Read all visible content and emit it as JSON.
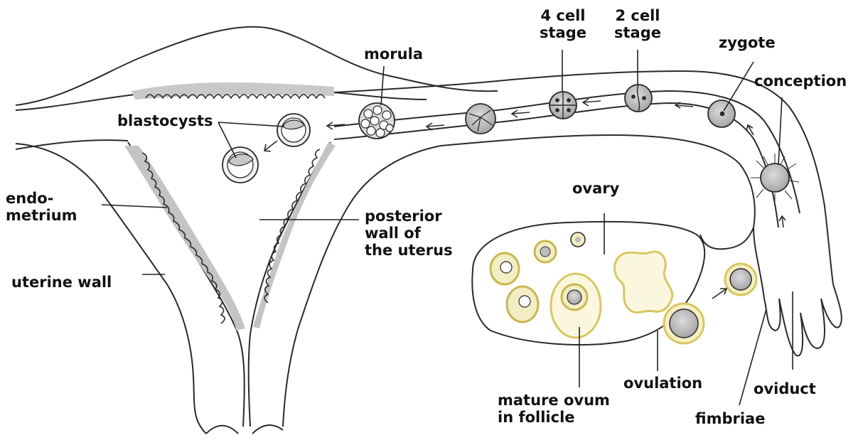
{
  "labels": {
    "four_cell": [
      "4 cell",
      "stage"
    ],
    "two_cell": [
      "2 cell",
      "stage"
    ],
    "zygote": "zygote",
    "morula": "morula",
    "conception": "conception",
    "blastocysts": "blastocysts",
    "endometrium": [
      "endo-",
      "metrium"
    ],
    "ovary": "ovary",
    "posterior_wall": [
      "posterior",
      "wall of",
      "the uterus"
    ],
    "uterine_wall": "uterine wall",
    "mature_ovum": [
      "mature ovum",
      "in follicle"
    ],
    "ovulation": "ovulation",
    "oviduct": "oviduct",
    "fimbriae": "fimbriae"
  },
  "colors": {
    "outline": "#2a2a2a",
    "endometrium_shade": "#b8b8b8",
    "follicle": "#e6d98a",
    "cell_fill": "#c4c4c4"
  }
}
